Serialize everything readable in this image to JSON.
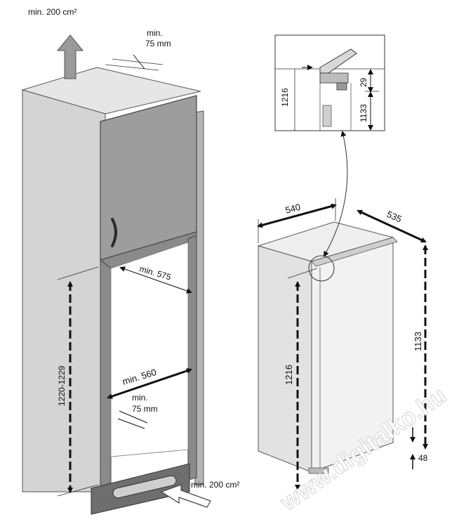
{
  "labels": {
    "vent_top": "min. 200 cm²",
    "gap_top_min": "min.",
    "gap_top_val": "75 mm",
    "niche_depth": "min. 575",
    "niche_width": "min. 560",
    "gap_side_min": "min.",
    "gap_side_val": "75 mm",
    "niche_height": "1220-1229",
    "vent_bottom": "min. 200 cm²",
    "width": "540",
    "depth": "535",
    "height": "1216",
    "height_inner": "1133",
    "detail_height": "1216",
    "detail_inner": "1133",
    "detail_gap": "29",
    "bottom_gap": "48"
  },
  "watermark": "www.digitalko.hu",
  "colors": {
    "cabinet_side": "#d4d4d4",
    "cabinet_door": "#9d9d9d",
    "frame": "#8a8a8a",
    "plinth": "#6e6e6e",
    "fridge": "#e2e2e2",
    "line": "#1a1a1a"
  },
  "icons": [
    "airflow-up-arrow-icon",
    "airflow-in-arrow-icon",
    "door-handle-icon"
  ]
}
